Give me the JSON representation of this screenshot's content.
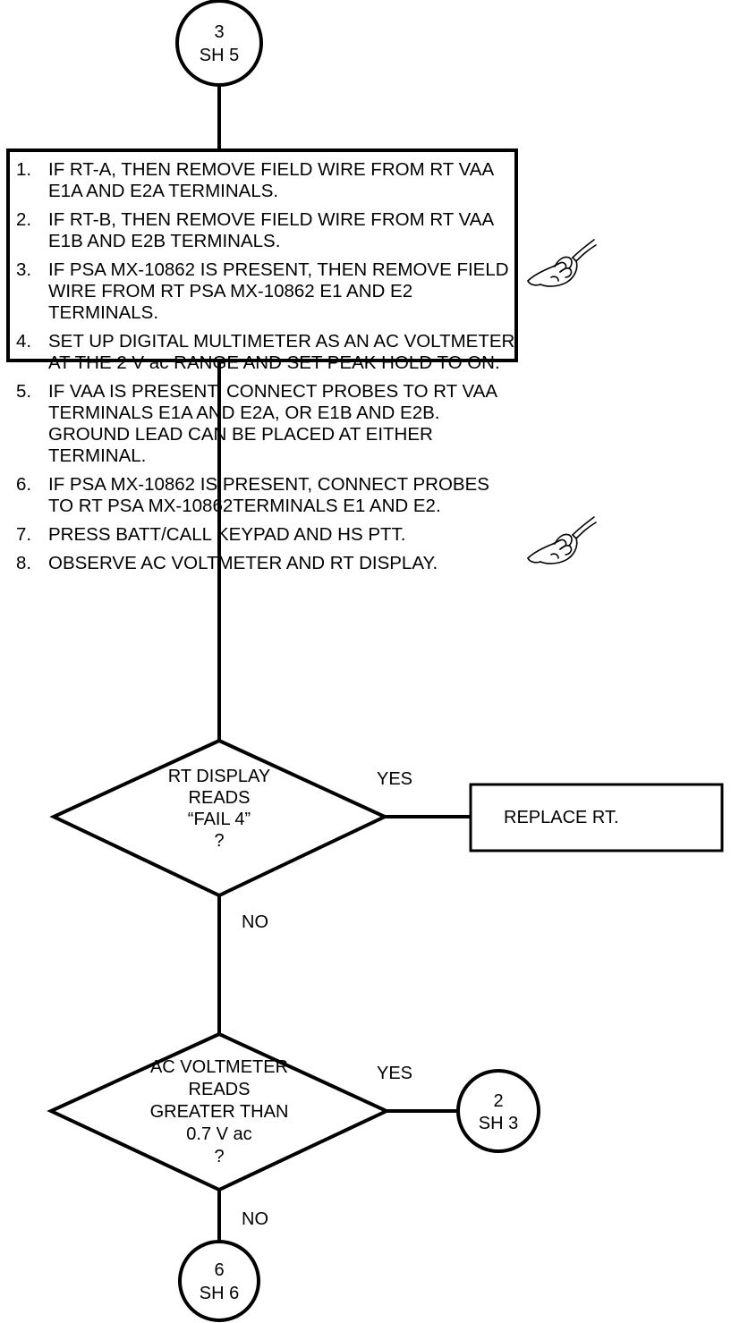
{
  "connectors": {
    "top": {
      "number": "3",
      "sheet": "SH 5"
    },
    "right": {
      "number": "2",
      "sheet": "SH 3"
    },
    "bottom": {
      "number": "6",
      "sheet": "SH 6"
    }
  },
  "steps": [
    {
      "num": "1.",
      "text": "IF RT-A, THEN REMOVE FIELD WIRE FROM RT VAA E1A AND E2A TERMINALS."
    },
    {
      "num": "2.",
      "text": "IF RT-B, THEN REMOVE FIELD WIRE FROM RT VAA E1B AND E2B TERMINALS."
    },
    {
      "num": "3.",
      "text": "IF PSA MX-10862 IS PRESENT, THEN REMOVE FIELD WIRE FROM RT PSA MX-10862 E1 AND E2 TERMINALS."
    },
    {
      "num": "4.",
      "text": "SET UP DIGITAL MULTIMETER AS AN AC VOLTMETER AT THE 2 V ac RANGE AND SET PEAK HOLD TO ON."
    },
    {
      "num": "5.",
      "text": "IF VAA IS PRESENT, CONNECT PROBES TO RT VAA TERMINALS E1A AND E2A, OR E1B AND E2B. GROUND LEAD CAN BE PLACED AT EITHER TERMINAL."
    },
    {
      "num": "6.",
      "text": "IF PSA MX-10862 IS PRESENT, CONNECT PROBES TO RT PSA MX-10862TERMINALS E1 AND E2."
    },
    {
      "num": "7.",
      "text": "PRESS BATT/CALL KEYPAD AND HS PTT."
    },
    {
      "num": "8.",
      "text": "OBSERVE AC VOLTMETER AND RT DISPLAY."
    }
  ],
  "decision1": {
    "lines": [
      "RT DISPLAY",
      "READS",
      "“FAIL 4”",
      "?"
    ],
    "yes": "YES",
    "no": "NO",
    "action": "REPLACE RT."
  },
  "decision2": {
    "lines": [
      "AC VOLTMETER",
      "READS",
      "GREATER THAN",
      "0.7 V ac",
      "?"
    ],
    "yes": "YES",
    "no": "NO"
  },
  "icons": [
    "pointing-hand-icon",
    "pointing-hand-icon"
  ]
}
